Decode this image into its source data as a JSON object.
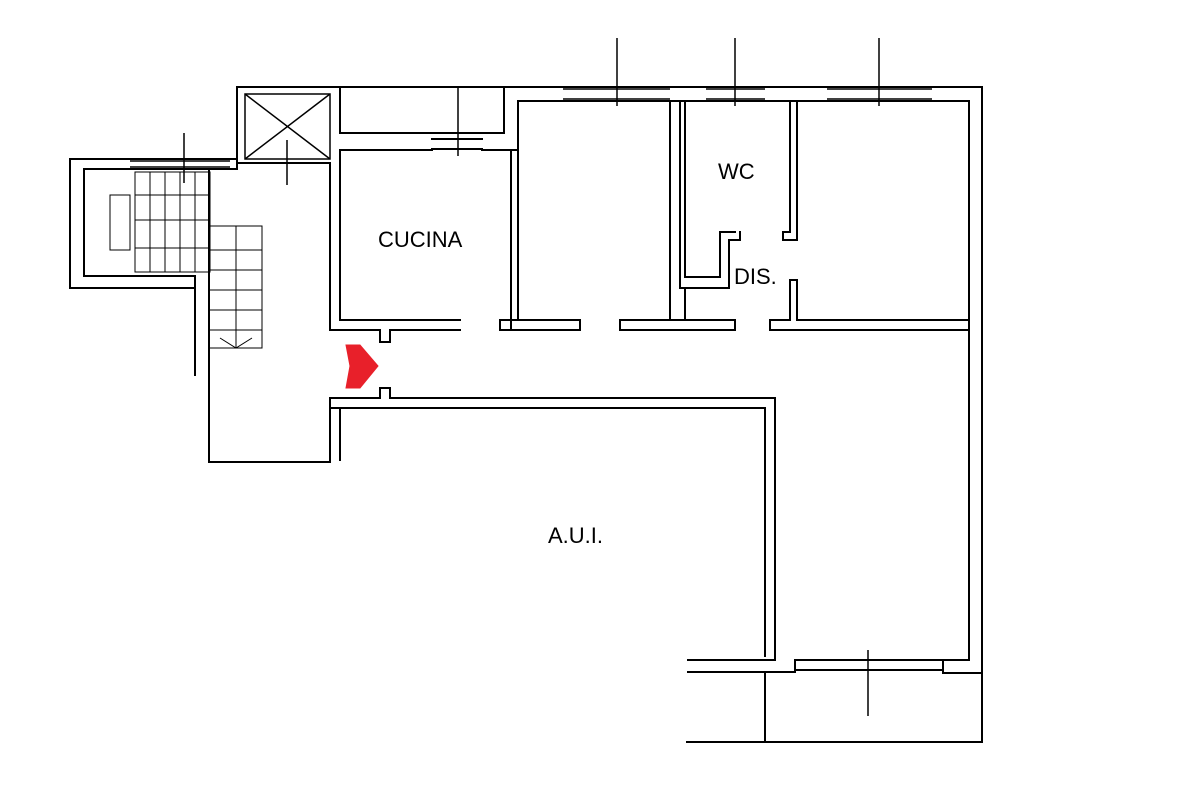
{
  "floorplan": {
    "rooms": {
      "kitchen": "CUCINA",
      "wc": "WC",
      "dis": "DIS.",
      "aui": "A.U.I."
    },
    "entrance_marker_color": "#e8202a",
    "wall_color": "#000000",
    "icons": [
      "elevator-icon",
      "staircase-icon",
      "entrance-arrow-icon"
    ]
  }
}
